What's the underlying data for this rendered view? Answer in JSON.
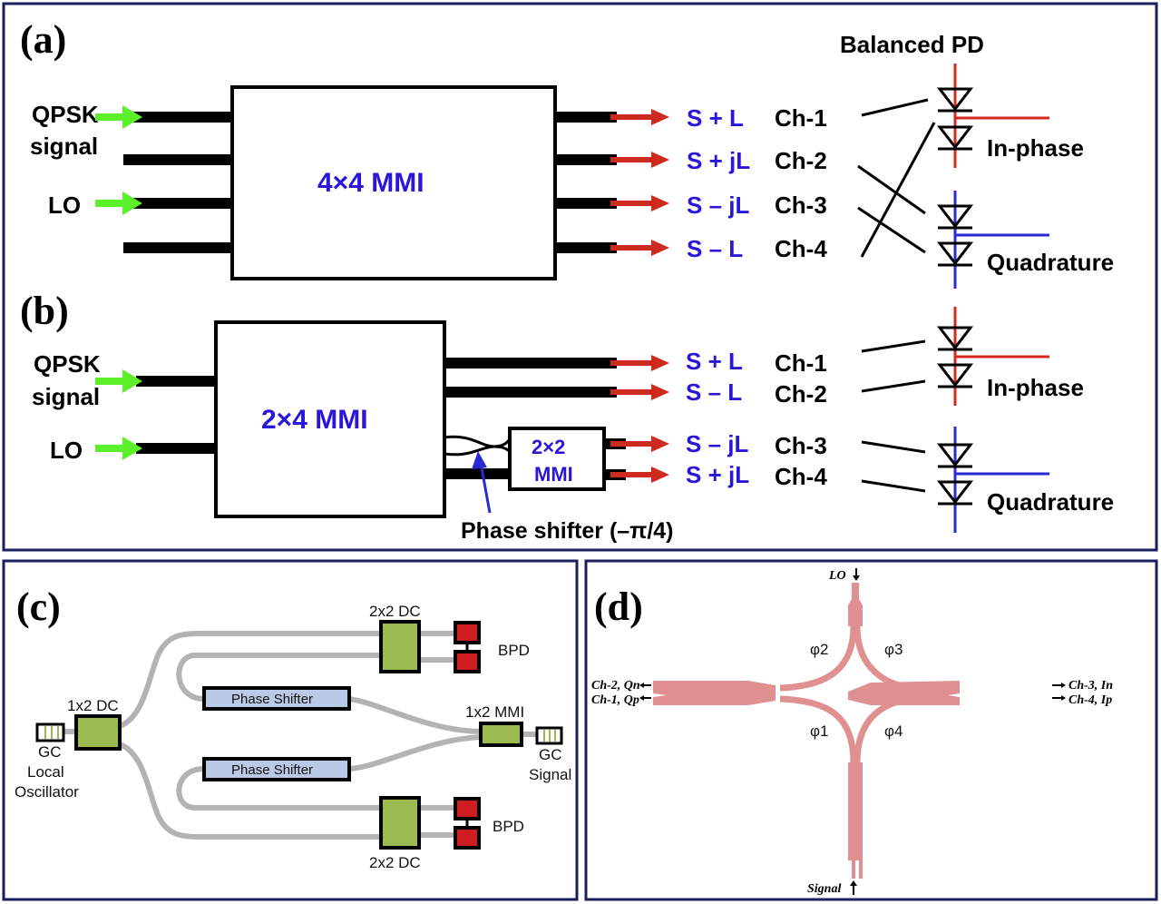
{
  "panels": {
    "a": {
      "label": "(a)",
      "inputs": [
        "QPSK",
        "signal",
        "LO"
      ],
      "mmi_label": "4×4 MMI",
      "outputs": [
        {
          "expr": "S + L",
          "channel": "Ch-1"
        },
        {
          "expr": "S + jL",
          "channel": "Ch-2"
        },
        {
          "expr": "S – jL",
          "channel": "Ch-3"
        },
        {
          "expr": "S – L",
          "channel": "Ch-4"
        }
      ],
      "balanced_pd_title": "Balanced PD",
      "in_phase": "In-phase",
      "quadrature": "Quadrature"
    },
    "b": {
      "label": "(b)",
      "inputs": [
        "QPSK",
        "signal",
        "LO"
      ],
      "mmi_label": "2×4 MMI",
      "small_mmi_label": [
        "2×2",
        "MMI"
      ],
      "phase_shifter_label": "Phase shifter (–π/4)",
      "outputs": [
        {
          "expr": "S + L",
          "channel": "Ch-1"
        },
        {
          "expr": "S – L",
          "channel": "Ch-2"
        },
        {
          "expr": "S – jL",
          "channel": "Ch-3"
        },
        {
          "expr": "S + jL",
          "channel": "Ch-4"
        }
      ],
      "in_phase": "In-phase",
      "quadrature": "Quadrature"
    },
    "c": {
      "label": "(c)",
      "dc_1x2": "1x2 DC",
      "dc_2x2_top": "2x2 DC",
      "dc_2x2_bottom": "2x2 DC",
      "bpd_top": "BPD",
      "bpd_bottom": "BPD",
      "phase_shifter_top": "Phase Shifter",
      "phase_shifter_bottom": "Phase Shifter",
      "mmi_1x2": "1x2 MMI",
      "gc_left": [
        "GC",
        "Local",
        "Oscillator"
      ],
      "gc_right": [
        "GC",
        "Signal"
      ]
    },
    "d": {
      "label": "(d)",
      "lo": "LO",
      "signal": "Signal",
      "phases": [
        "φ1",
        "φ2",
        "φ3",
        "φ4"
      ],
      "left_ports": [
        "Ch-2, Qn",
        "Ch-1, Qp"
      ],
      "right_ports": [
        "Ch-3, In",
        "Ch-4, Ip"
      ]
    }
  },
  "colors": {
    "frame": "#1c1f5e",
    "input_arrow": "#5cf02a",
    "output_arrow": "#cf2a1f",
    "expr_text": "#2a16d9",
    "in_phase_line": "#d42a1f",
    "quadrature_line": "#2a2ad4",
    "component_green": "#9bbb50",
    "bpd_red": "#cf1c20",
    "phase_shifter": "#b9c9e6",
    "waveguide_pink": "#e09090"
  }
}
